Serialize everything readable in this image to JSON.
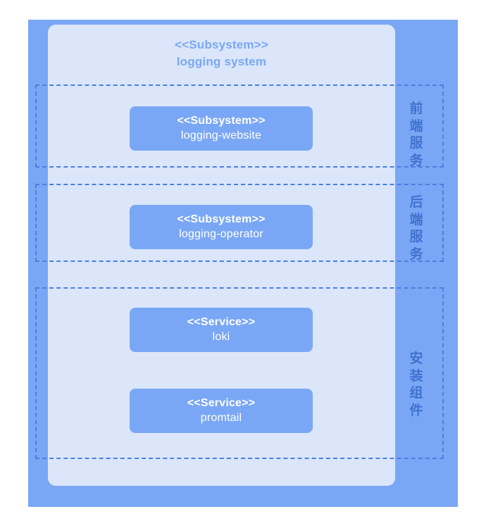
{
  "diagram": {
    "type": "uml-package-diagram",
    "colors": {
      "container_fill": "#7aa7f5",
      "panel_fill": "#dbe6fa",
      "box_fill": "#7aa7f5",
      "box_text": "#ffffff",
      "lane_border": "#4a7fe0",
      "lane_label_text": "#3f72cf",
      "title_text": "#7aa7f5",
      "background": "#ffffff"
    },
    "title": {
      "stereotype": "<<Subsystem>>",
      "name": "logging system"
    },
    "lanes": [
      {
        "id": "frontend",
        "label": "前端服务",
        "components": [
          {
            "stereotype": "<<Subsystem>>",
            "name": "logging-website"
          }
        ]
      },
      {
        "id": "backend",
        "label": "后端服务",
        "components": [
          {
            "stereotype": "<<Subsystem>>",
            "name": "logging-operator"
          }
        ]
      },
      {
        "id": "install-components",
        "label": "安装组件",
        "components": [
          {
            "stereotype": "<<Service>>",
            "name": "loki"
          },
          {
            "stereotype": "<<Service>>",
            "name": "promtail"
          }
        ]
      }
    ]
  }
}
